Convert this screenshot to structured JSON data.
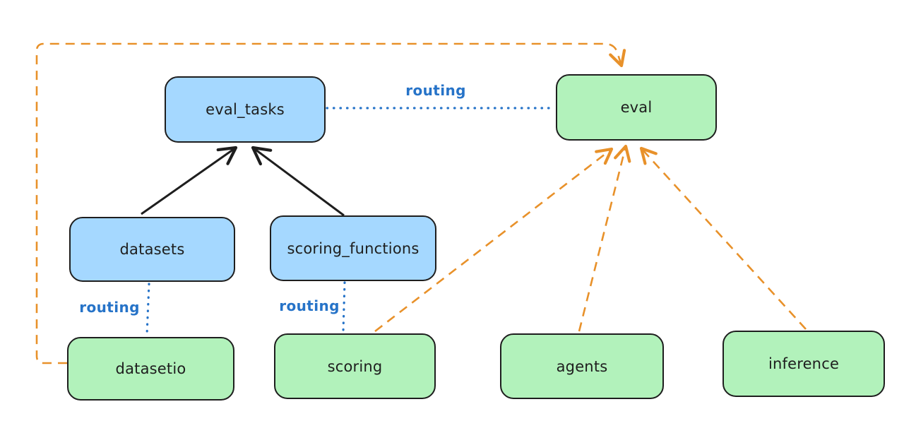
{
  "colors": {
    "background": "#ffffff",
    "node_blue_fill": "#a5d8ff",
    "node_green_fill": "#b2f2bb",
    "node_stroke": "#1e1e1e",
    "routing_blue": "#2673c8",
    "dependency_orange": "#e8912a",
    "arrow_black": "#1e1e1e"
  },
  "nodes": {
    "eval_tasks": {
      "label": "eval_tasks",
      "color": "blue"
    },
    "eval": {
      "label": "eval",
      "color": "green"
    },
    "datasets": {
      "label": "datasets",
      "color": "blue"
    },
    "scoring_functions": {
      "label": "scoring_functions",
      "color": "blue"
    },
    "datasetio": {
      "label": "datasetio",
      "color": "green"
    },
    "scoring": {
      "label": "scoring",
      "color": "green"
    },
    "agents": {
      "label": "agents",
      "color": "green"
    },
    "inference": {
      "label": "inference",
      "color": "green"
    }
  },
  "edge_labels": {
    "eval_tasks_to_eval": "routing",
    "datasets_to_datasetio": "routing",
    "scoring_functions_to_scoring": "routing"
  }
}
